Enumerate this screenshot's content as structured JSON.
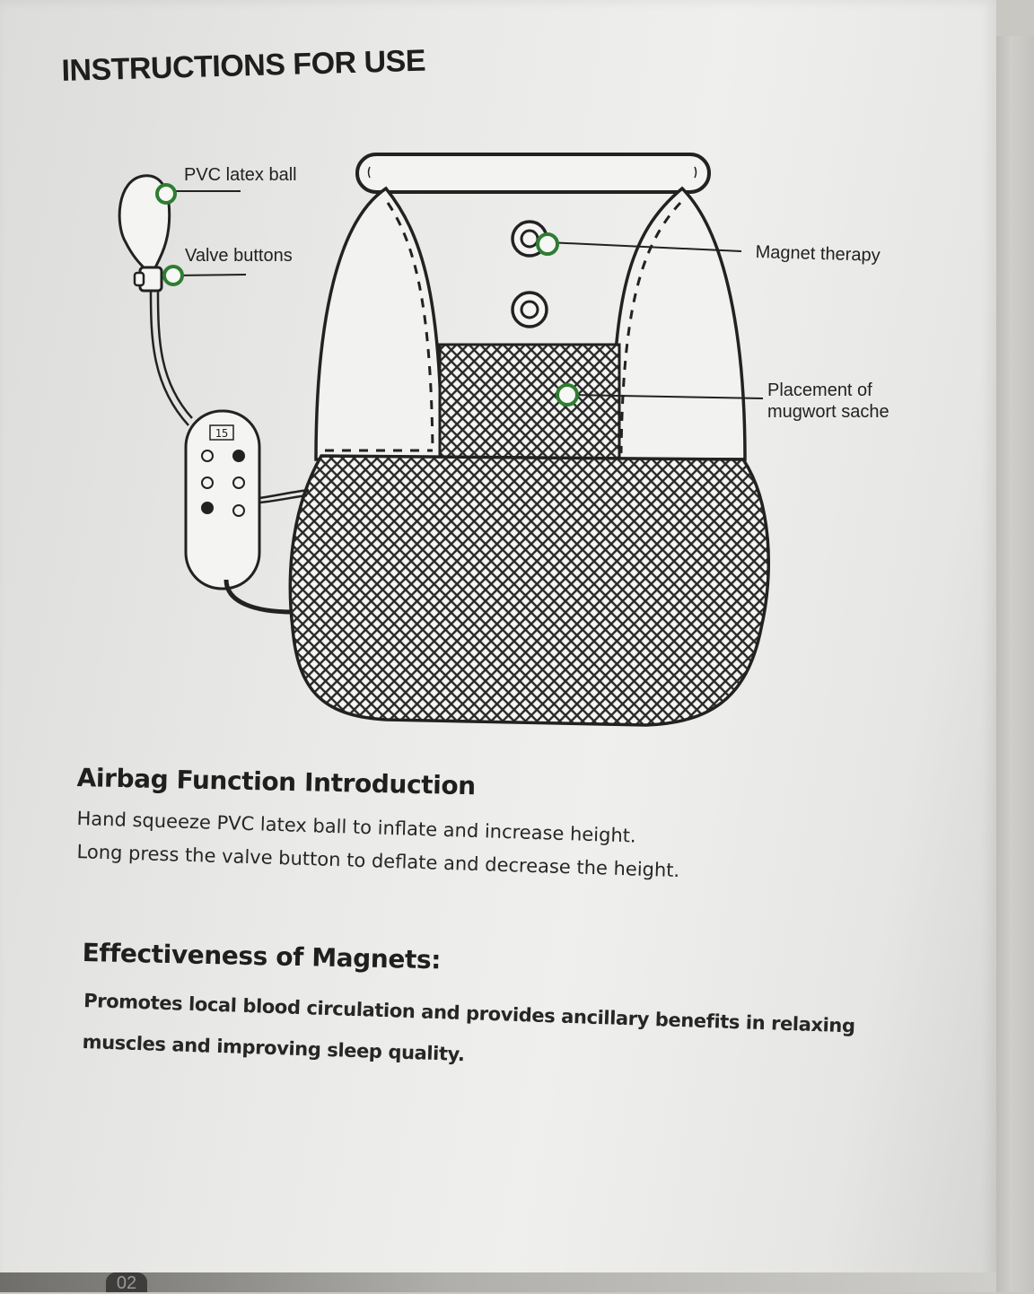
{
  "title": "INSTRUCTIONS FOR USE",
  "diagram": {
    "labels": {
      "pvc_ball": "PVC latex ball",
      "valve": "Valve buttons",
      "magnet": "Magnet therapy",
      "mugwort_line1": "Placement of",
      "mugwort_line2": "mugwort sache"
    },
    "remote": {
      "display": "15"
    },
    "marker_color": "#2e7d32"
  },
  "airbag": {
    "heading": "Airbag Function Introduction",
    "line1": "Hand squeeze PVC latex ball to inflate and increase height.",
    "line2": "Long press the valve button to deflate and decrease the height."
  },
  "magnets": {
    "heading": "Effectiveness of Magnets:",
    "text": "Promotes local blood circulation and provides ancillary benefits in relaxing muscles and improving sleep quality."
  },
  "page_number": "02"
}
